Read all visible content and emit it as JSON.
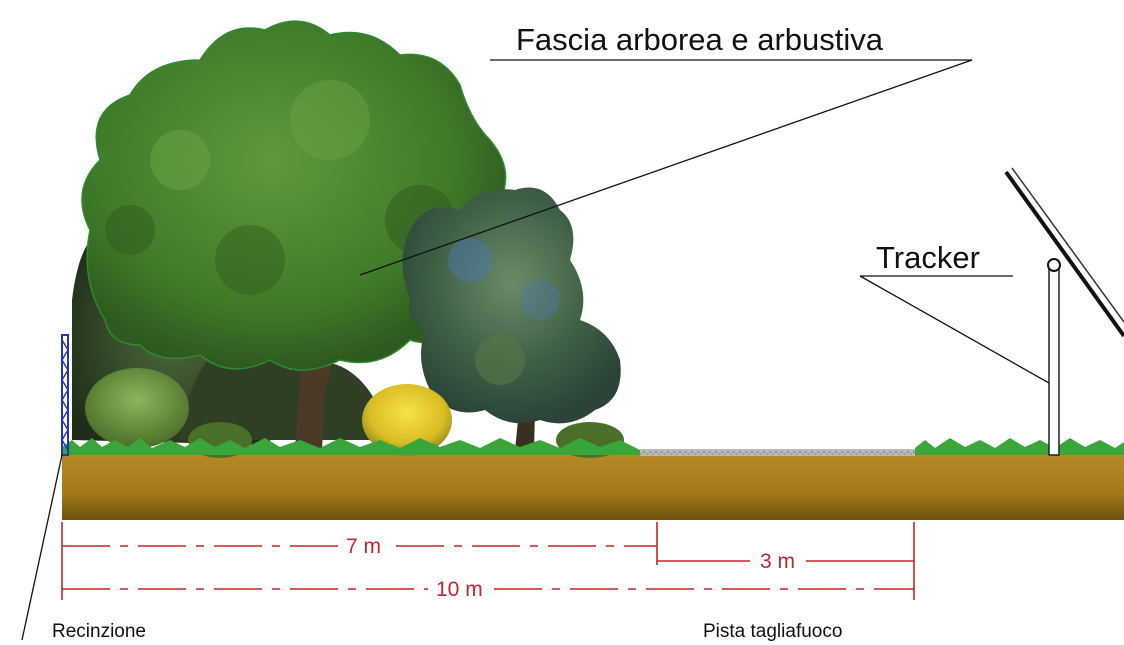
{
  "labels": {
    "belt": "Fascia arborea e arbustiva",
    "tracker": "Tracker",
    "fence": "Recinzione",
    "firebreak": "Pista tagliafuoco"
  },
  "dimensions": {
    "belt_width": "7 m",
    "firebreak_width": "3 m",
    "total_width": "10 m"
  },
  "colors": {
    "soil": "#a57c1b",
    "soil_dark": "#6e5210",
    "grass": "#3aa63a",
    "dimension": "#c0262b",
    "fence": "#2233cc",
    "tree_foliage": "#3f7a2a",
    "blue_tree": "#4a6b8a",
    "yellow_shrub": "#e8d02a"
  }
}
